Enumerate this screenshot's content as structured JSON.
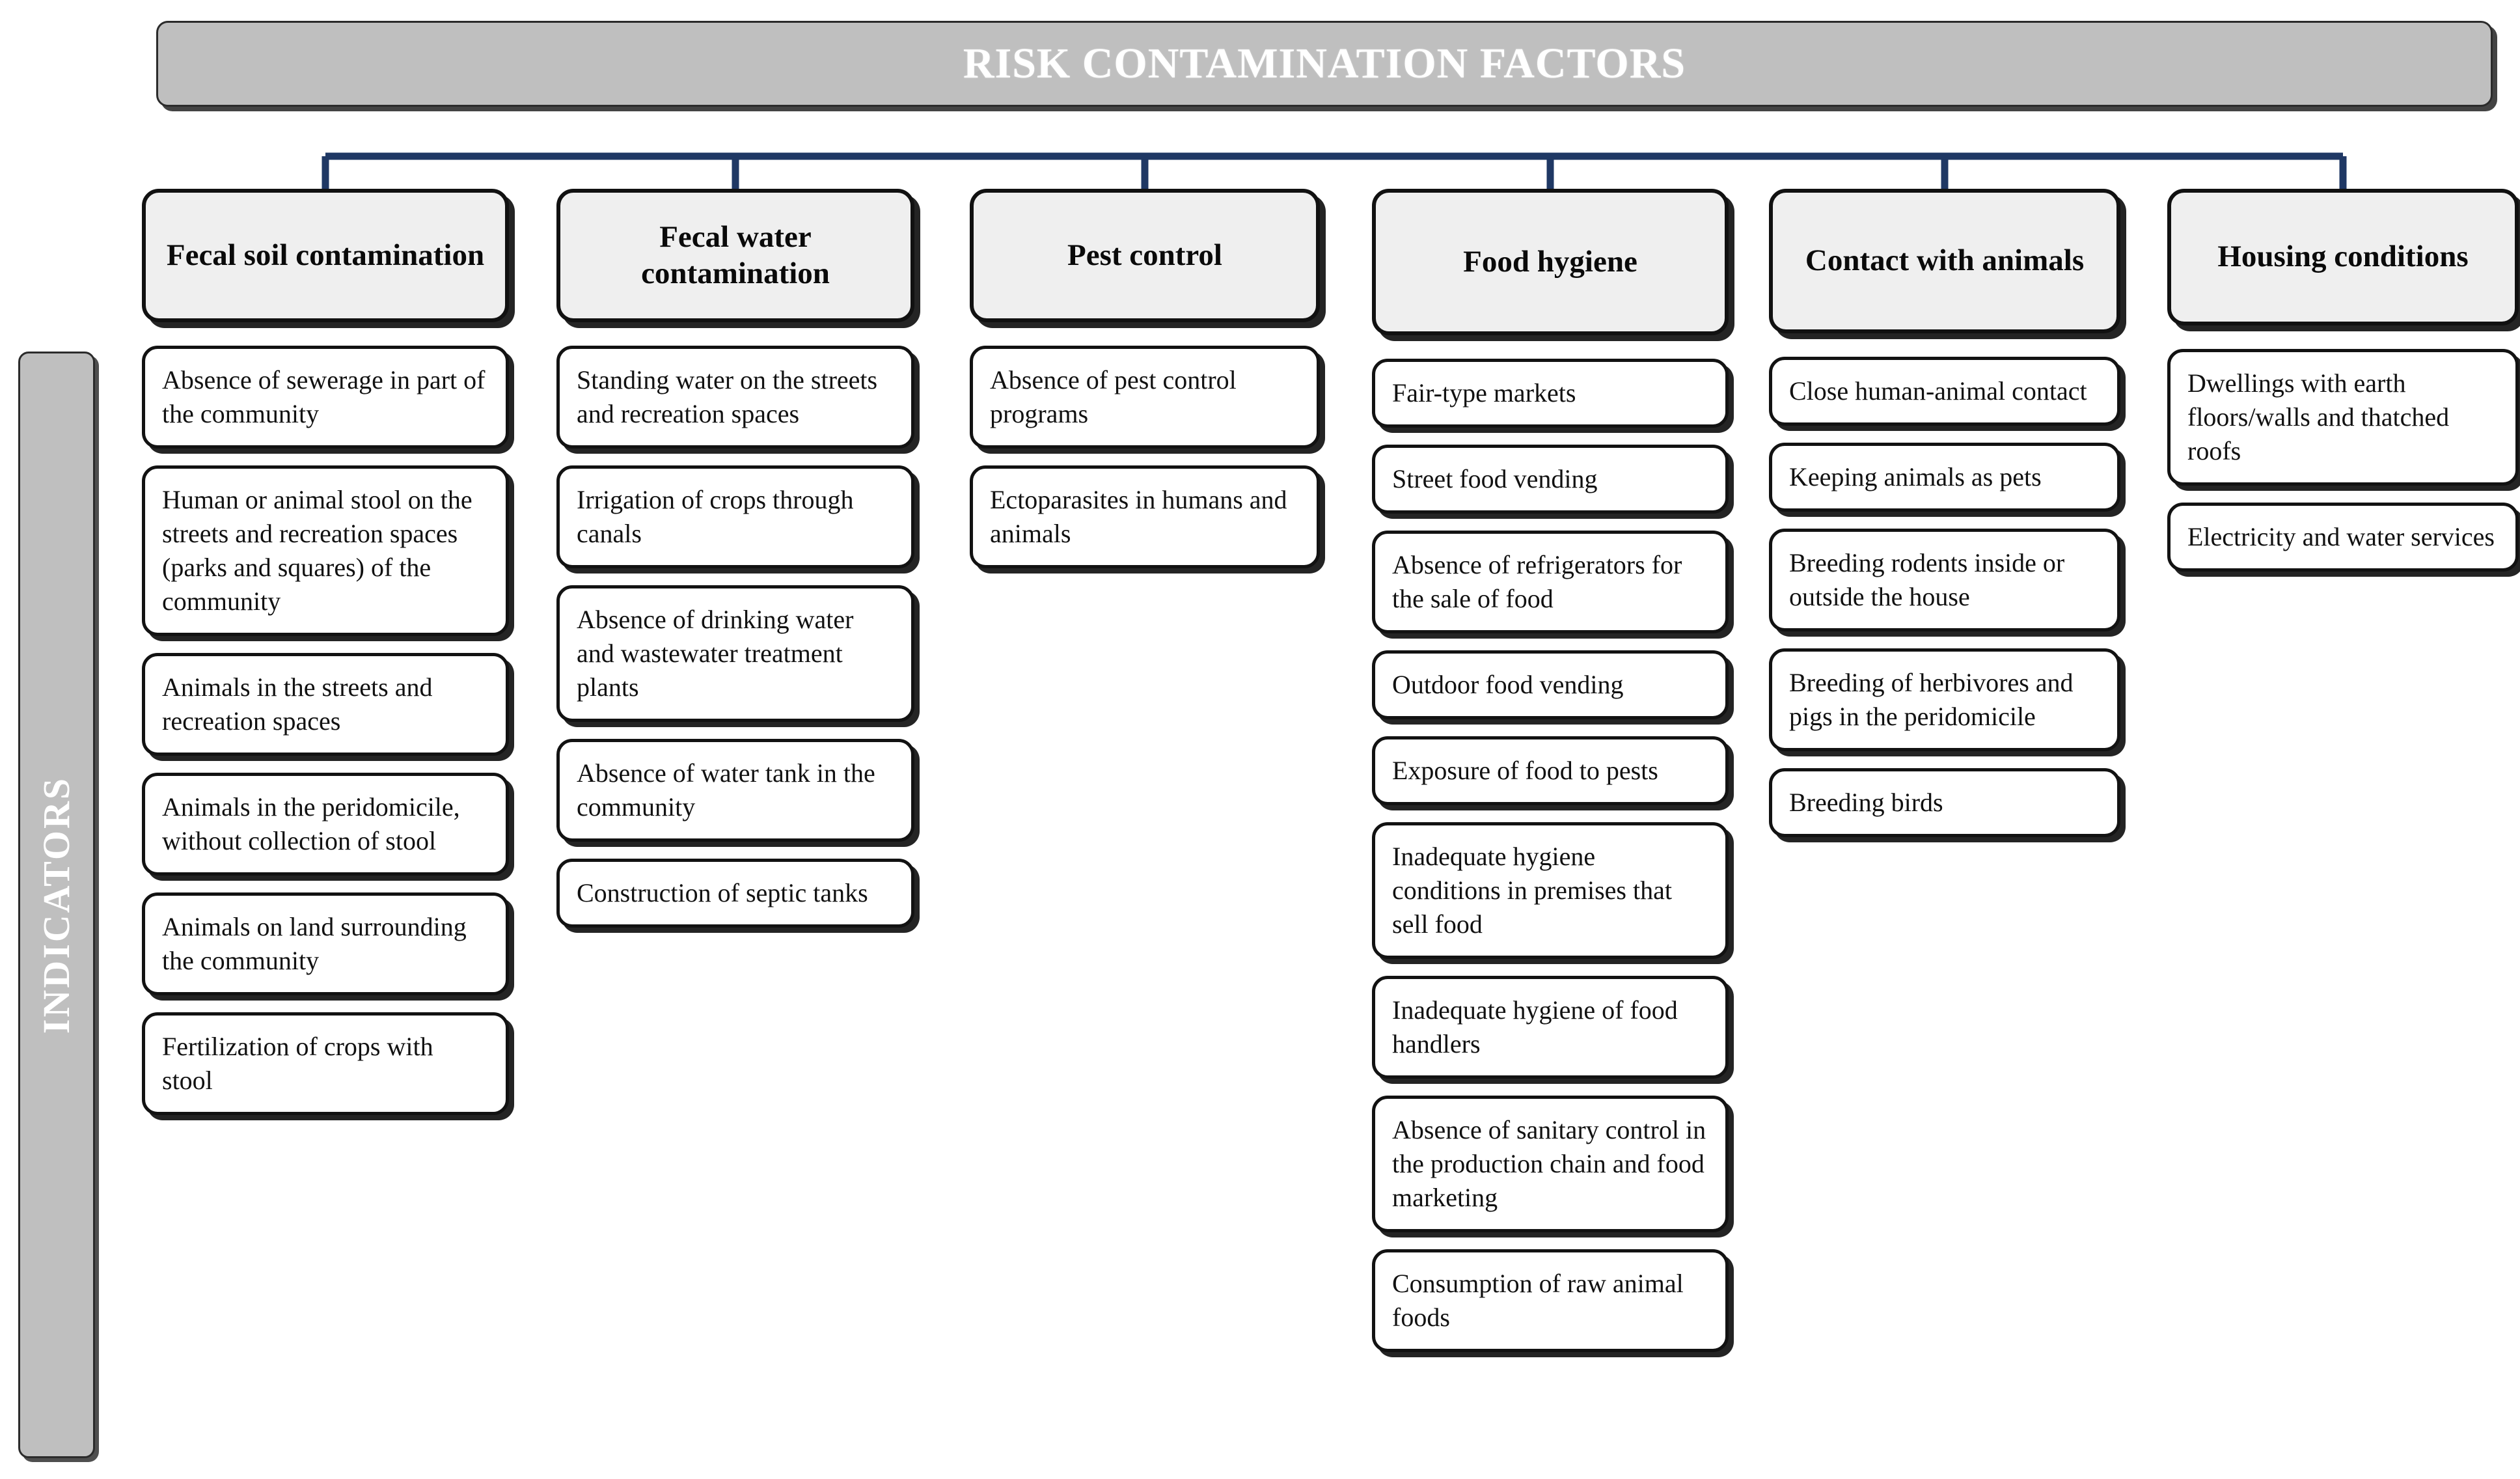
{
  "banner": {
    "title": "RISK CONTAMINATION FACTORS",
    "fill_color": "#BFBFBF",
    "text_color": "#FFFFFF"
  },
  "sidebar": {
    "label": "INDICATORS",
    "fill_color": "#BFBFBF",
    "text_color": "#FFFFFF"
  },
  "connector": {
    "color": "#1F3864"
  },
  "category_box_style": {
    "fill_color": "#EFEFEF",
    "border_color": "#111111"
  },
  "item_box_style": {
    "fill_color": "#FFFFFF",
    "border_color": "#121212"
  },
  "columns": [
    {
      "header": "Fecal soil contamination",
      "items": [
        "Absence of sewerage in part of the community",
        "Human or animal stool on the streets and recreation spaces (parks and squares) of the community",
        "Animals in the streets and recreation spaces",
        "Animals in the peridomicile, without collection of stool",
        "Animals on land surrounding the community",
        "Fertilization of crops with stool"
      ]
    },
    {
      "header": "Fecal water contamination",
      "items": [
        "Standing water on the streets and recreation spaces",
        "Irrigation of crops through canals",
        "Absence of drinking water and wastewater treatment plants",
        "Absence of water tank in the community",
        "Construction of septic tanks"
      ]
    },
    {
      "header": "Pest control",
      "items": [
        "Absence of pest control programs",
        "Ectoparasites in humans and animals"
      ]
    },
    {
      "header": "Food hygiene",
      "items": [
        "Fair-type markets",
        "Street food vending",
        "Absence of refrigerators for the sale of food",
        "Outdoor food vending",
        "Exposure of food to pests",
        "Inadequate hygiene conditions in premises that sell food",
        "Inadequate hygiene of food handlers",
        "Absence of sanitary control in the production chain and food marketing",
        "Consumption of raw animal foods"
      ]
    },
    {
      "header": "Contact with animals",
      "items": [
        "Close human-animal contact",
        "Keeping animals as pets",
        "Breeding rodents inside or outside the house",
        "Breeding of herbivores and pigs in the peridomicile",
        "Breeding birds"
      ]
    },
    {
      "header": "Housing conditions",
      "items": [
        "Dwellings with earth floors/walls and thatched roofs",
        "Electricity and water services"
      ]
    }
  ]
}
